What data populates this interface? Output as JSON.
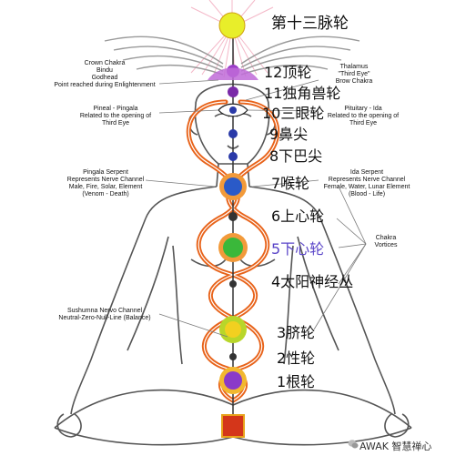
{
  "chakras_cn": [
    {
      "label": "第十三脉轮",
      "color": "#111111"
    },
    {
      "label": "12顶轮",
      "color": "#111111"
    },
    {
      "label": "11独角兽轮",
      "color": "#111111"
    },
    {
      "label": "10三眼轮",
      "color": "#111111"
    },
    {
      "label": "9鼻尖",
      "color": "#111111"
    },
    {
      "label": "8下巴尖",
      "color": "#111111"
    },
    {
      "label": "7喉轮",
      "color": "#111111"
    },
    {
      "label": "6上心轮",
      "color": "#111111"
    },
    {
      "label": "5下心轮",
      "color": "#5a45c8"
    },
    {
      "label": "4太阳神经丛",
      "color": "#111111"
    },
    {
      "label": "3脐轮",
      "color": "#111111"
    },
    {
      "label": "2性轮",
      "color": "#111111"
    },
    {
      "label": "1根轮",
      "color": "#111111"
    }
  ],
  "annotations": {
    "crown": [
      "Crown Chakra",
      "Bindu",
      "Godhead",
      "Point reached during Enlightenment"
    ],
    "pineal": [
      "Pineal - Pingala",
      "Related to the opening of",
      "Third Eye"
    ],
    "pingala": [
      "Pingala Serpent",
      "Represents Nerve Channel",
      "Male, Fire, Solar, Element",
      "(Venom - Death)"
    ],
    "sushumna": [
      "Sushumna Nervo Channel",
      "Neutral-Zero-Null-Line (Balance)"
    ],
    "thalamus": [
      "Thalamus",
      "\"Third Eye\"",
      "Brow Chakra"
    ],
    "pituitary": [
      "Pituitary - Ida",
      "Related to the opening of",
      "Third Eye"
    ],
    "ida": [
      "Ida Serpent",
      "Represents Nerve Channel",
      "Female, Water, Lunar Element",
      "(Blood - Life)"
    ],
    "vortices": [
      "Chakra",
      "Vortices"
    ]
  },
  "watermark": "AWAK 智慧禅心",
  "colors": {
    "line": "#7a7a7a",
    "serpent": "#e8631a",
    "wing": "#9a9a9a",
    "label_blue": "#5a45c8"
  }
}
